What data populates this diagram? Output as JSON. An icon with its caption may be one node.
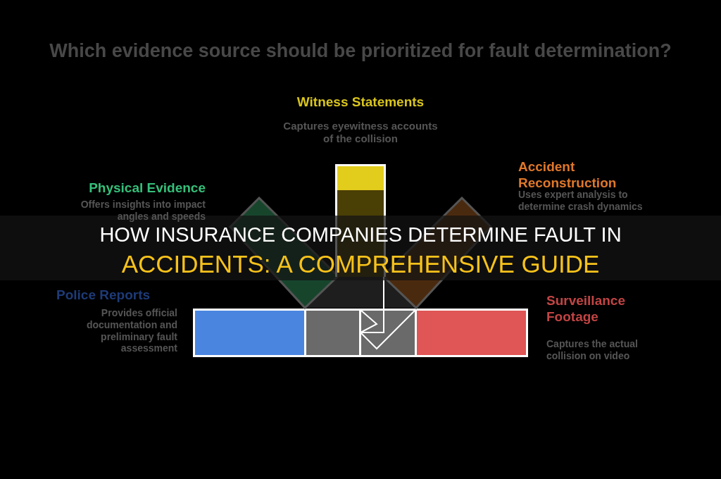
{
  "diagram": {
    "title": "Which evidence source should be prioritized for fault determination?",
    "labels": [
      "Witness Statements",
      "Captures eyewitness accounts of the collision",
      "Physical Evidence",
      "Offers insights into impact angles and speeds",
      "Accident Reconstruction",
      "Uses expert analysis to determine crash dynamics",
      "HOW INSURANCE COMPANIES DETERMINE FAULT IN ACCIDENTS: A COMPREHENSIVE GUIDE",
      "Police Reports",
      "Provides official documentation and preliminary fault assessment",
      "Surveillance Footage",
      "Captures the actual collision on video"
    ]
  }
}
